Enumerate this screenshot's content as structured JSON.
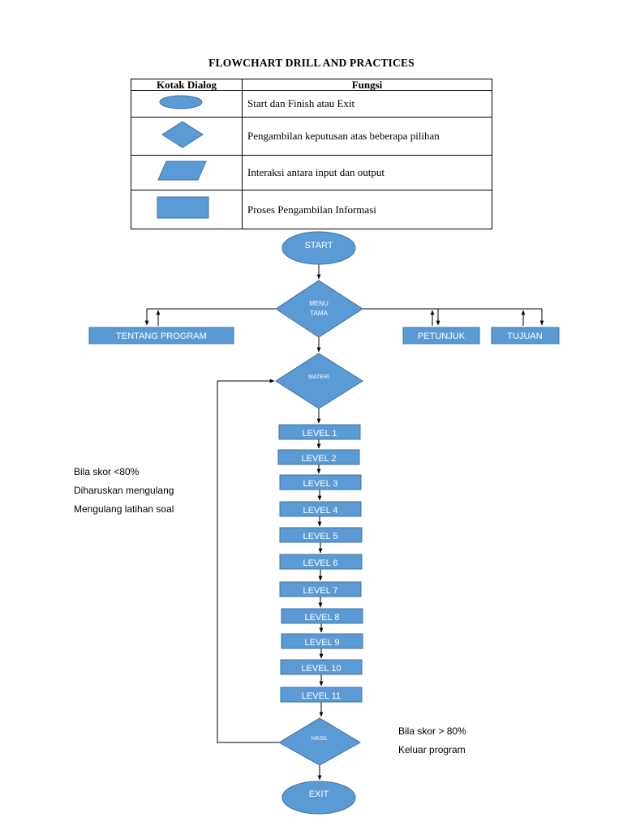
{
  "title": "FLOWCHART DRILL AND PRACTICES",
  "legend": {
    "header_symbol": "Kotak Dialog",
    "header_function": "Fungsi",
    "rows": [
      {
        "shape": "ellipse",
        "text": "Start dan Finish atau Exit"
      },
      {
        "shape": "diamond",
        "text": "Pengambilan keputusan atas beberapa pilihan"
      },
      {
        "shape": "parallelogram",
        "text": "Interaksi antara input dan output"
      },
      {
        "shape": "rectangle",
        "text": "Proses Pengambilan Informasi"
      }
    ]
  },
  "colors": {
    "fill": "#5b9bd5",
    "stroke": "#41719c",
    "line": "#000000"
  },
  "flow": {
    "start": "START",
    "menu": [
      "MENU",
      "TAMA"
    ],
    "tentang": "TENTANG PROGRAM",
    "petunjuk": "PETUNJUK",
    "tujuan": "TUJUAN",
    "materi": "MATERI",
    "levels": [
      "LEVEL 1",
      "LEVEL 2",
      "LEVEL 3",
      "LEVEL 4",
      "LEVEL 5",
      "LEVEL 6",
      "LEVEL 7",
      "LEVEL 8",
      "LEVEL 9",
      "LEVEL 10",
      "LEVEL 11"
    ],
    "hasil": "HASIL",
    "exit": "EXIT"
  },
  "notes": {
    "left": [
      "Bila skor <80%",
      "Diharuskan mengulang",
      "Mengulang latihan soal"
    ],
    "right": [
      "Bila skor > 80%",
      "Keluar program"
    ]
  }
}
